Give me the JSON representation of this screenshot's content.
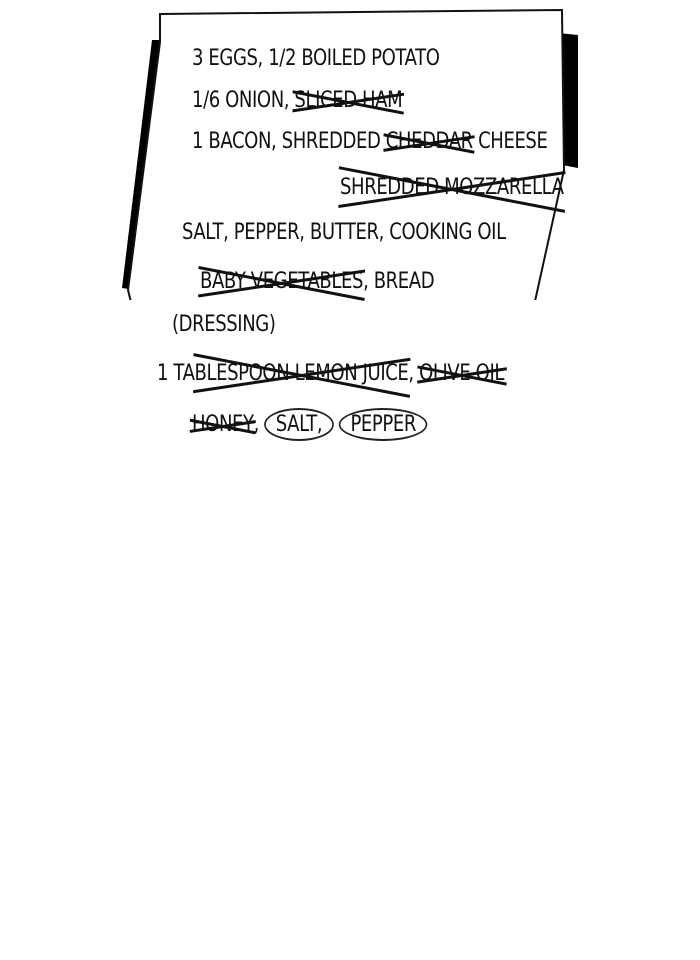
{
  "note": {
    "l1": "3 eggs, 1/2 boiled potato",
    "l2a": "1/6 onion, ",
    "l2b": "sliced ham",
    "l3a": "1 bacon, shredded ",
    "l3b": "cheddar",
    "l3c": " cheese",
    "l4": "shredded mozzarella",
    "l5": "salt, pepper, butter, cooking oil",
    "l6a": "baby vegetables",
    "l6b": ", bread",
    "l7": "(dressing)",
    "l8a": "1 ta",
    "l8b": "blespoon lemon juice",
    "l8c": ", ",
    "l8d": "olive oil",
    "l9a": "honey",
    "l9b": ", ",
    "l9c": "salt,",
    "l9d": "pepper"
  }
}
